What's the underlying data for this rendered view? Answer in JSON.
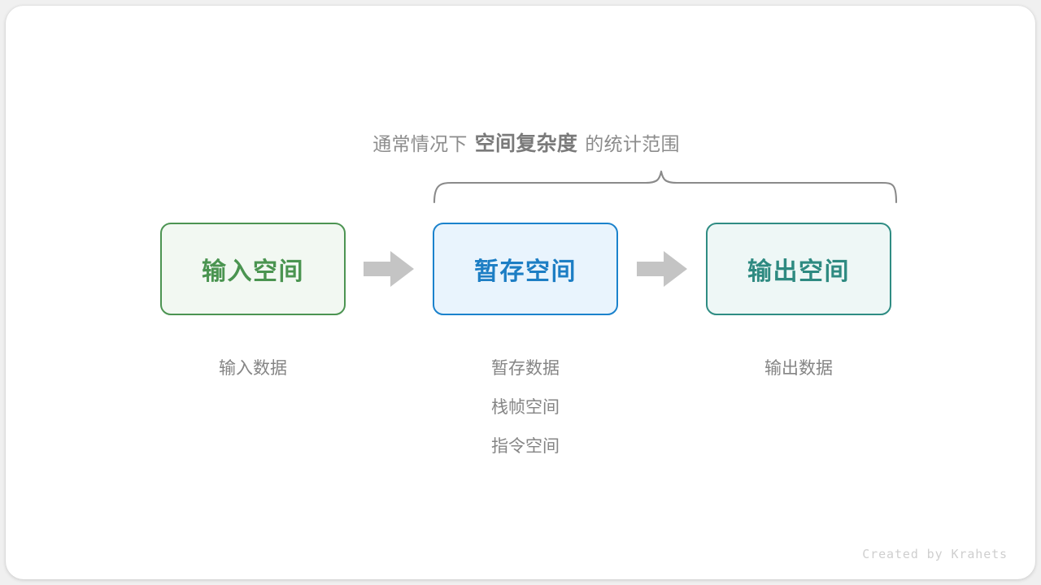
{
  "figure": {
    "title_prefix": "通常情况下",
    "title_emphasis": "空间复杂度",
    "title_suffix": "的统计范围",
    "watermark": "Created by Krahets"
  },
  "colors": {
    "background": "#f0f0f0",
    "card": "#ffffff",
    "input_border": "#4c9452",
    "input_fill": "#f2f8f2",
    "input_text": "#4a9450",
    "temp_border": "#1b82cc",
    "temp_fill": "#e9f4fd",
    "temp_text": "#1d7ec4",
    "output_border": "#2f8c83",
    "output_fill": "#eef7f6",
    "output_text": "#2e8a81",
    "arrow": "#c4c4c4",
    "brace": "#8a8a8a",
    "caption_text": "#8c8c8c",
    "sub_text": "#858585",
    "watermark_text": "#cfcfcf"
  },
  "stages": [
    {
      "id": "input",
      "box_label": "输入空间",
      "sub_labels": [
        "输入数据"
      ]
    },
    {
      "id": "temp",
      "box_label": "暂存空间",
      "sub_labels": [
        "暂存数据",
        "栈帧空间",
        "指令空间"
      ]
    },
    {
      "id": "output",
      "box_label": "输出空间",
      "sub_labels": [
        "输出数据"
      ]
    }
  ],
  "arrows": [
    {
      "id": "arrow-1",
      "from": "input",
      "to": "temp",
      "glyph": "block-arrow-right"
    },
    {
      "id": "arrow-2",
      "from": "temp",
      "to": "output",
      "glyph": "block-arrow-right"
    }
  ],
  "brace": {
    "spans": [
      "temp",
      "output"
    ],
    "orientation": "top",
    "label": "通常情况下 空间复杂度 的统计范围"
  },
  "chart_data": {
    "type": "diagram",
    "title": "通常情况下 空间复杂度 的统计范围",
    "nodes": [
      {
        "name": "输入空间",
        "details": [
          "输入数据"
        ],
        "in_scope": false
      },
      {
        "name": "暂存空间",
        "details": [
          "暂存数据",
          "栈帧空间",
          "指令空间"
        ],
        "in_scope": true
      },
      {
        "name": "输出空间",
        "details": [
          "输出数据"
        ],
        "in_scope": true
      }
    ],
    "edges": [
      {
        "from": "输入空间",
        "to": "暂存空间"
      },
      {
        "from": "暂存空间",
        "to": "输出空间"
      }
    ],
    "scope_bracket": {
      "covers": [
        "暂存空间",
        "输出空间"
      ]
    }
  }
}
